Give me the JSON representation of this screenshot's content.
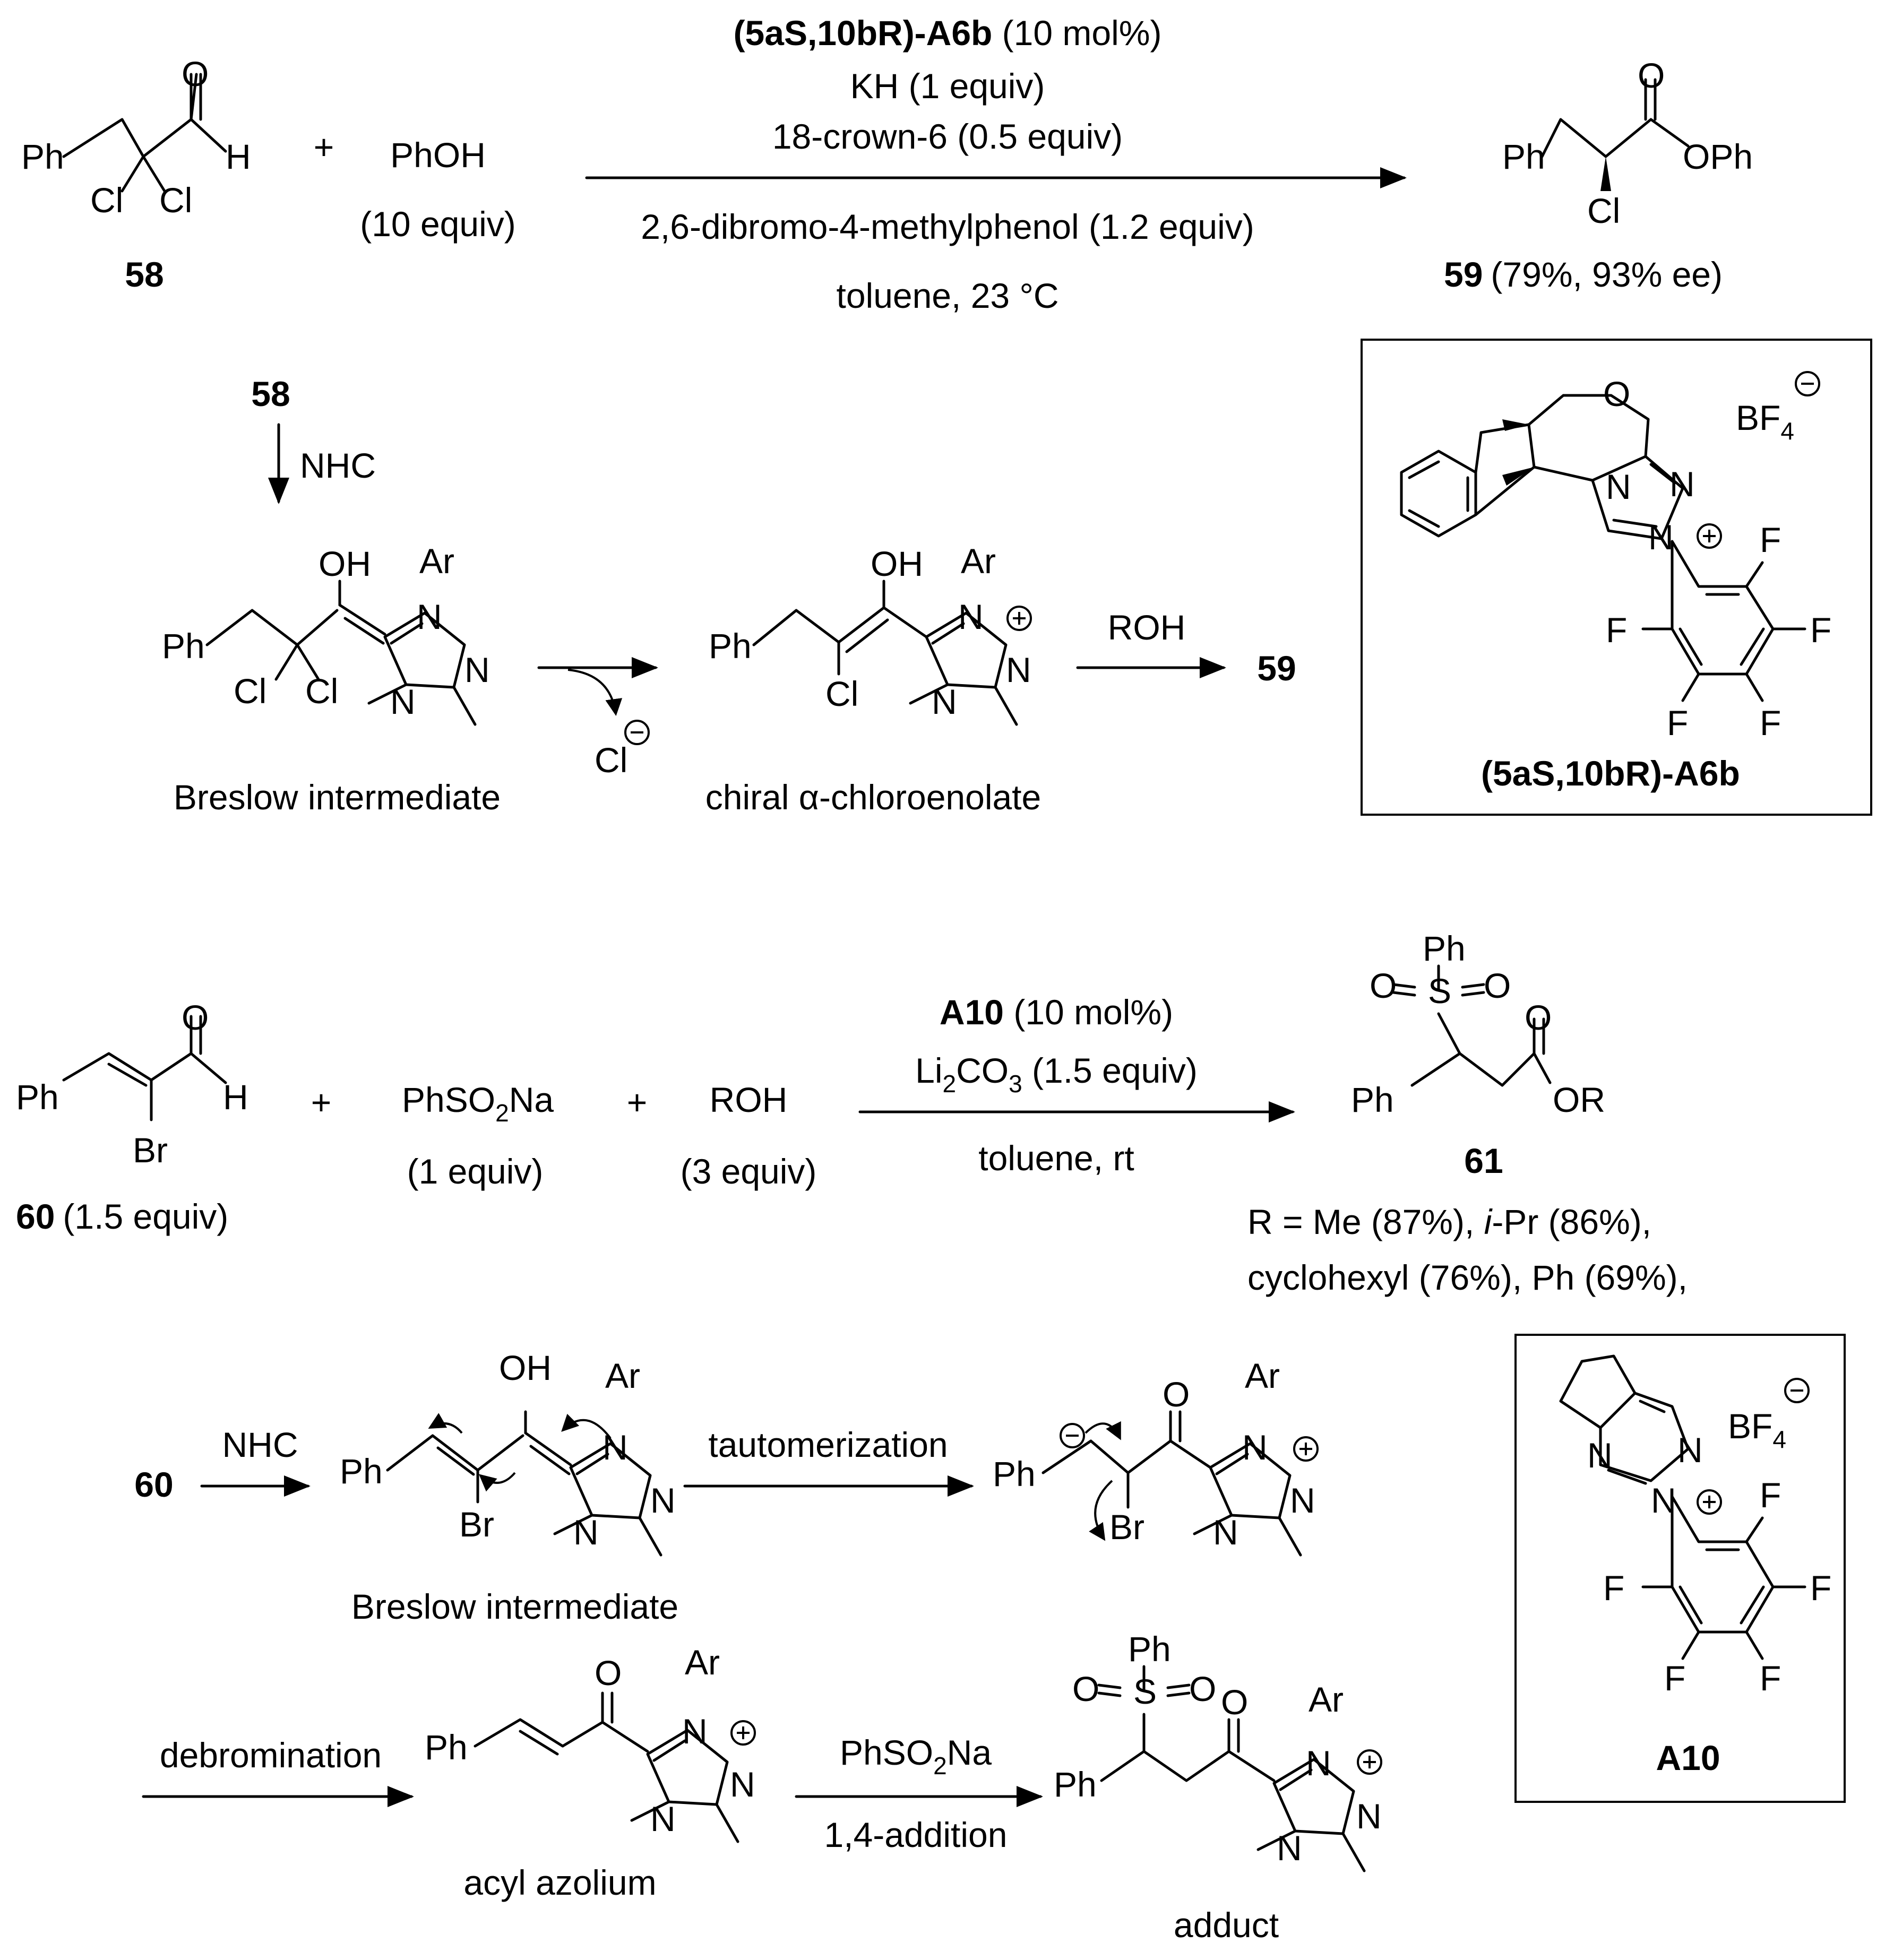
{
  "scheme1": {
    "r58": {
      "Ph": "Ph",
      "O": "O",
      "H": "H",
      "Cl1": "Cl",
      "Cl2": "Cl",
      "label": "58"
    },
    "plus": "+",
    "phenol": {
      "name": "PhOH",
      "equiv": "(10 equiv)"
    },
    "conditions": {
      "cat_bold": "(5aS,10bR)-A6b",
      "cat_rest": " (10 mol%)",
      "base": "KH (1 equiv)",
      "crown": "18-crown-6 (0.5 equiv)",
      "additive": "2,6-dibromo-4-methylphenol (1.2 equiv)",
      "solvent": "toluene, 23 °C"
    },
    "p59": {
      "Ph": "Ph",
      "O": "O",
      "OPh": "OPh",
      "Cl": "Cl",
      "label": "59",
      "yield": "(79%, 93% ee)"
    },
    "mech": {
      "start": "58",
      "reagent": "NHC",
      "breslow_label": "Breslow intermediate",
      "cl_anion": "Cl",
      "enolate_label": "chiral α-chloroenolate",
      "roh": "ROH",
      "product": "59"
    },
    "catalyst_box": {
      "label": "(5aS,10bR)-A6b",
      "counterion": "BF",
      "counterion_sub": "4"
    }
  },
  "scheme2": {
    "r60": {
      "Ph": "Ph",
      "O": "O",
      "H": "H",
      "Br": "Br",
      "label": "60",
      "equiv": "(1.5 equiv)"
    },
    "plus1": "+",
    "sulfinate": {
      "name_a": "PhSO",
      "name_sub": "2",
      "name_b": "Na",
      "equiv": "(1 equiv)"
    },
    "plus2": "+",
    "alcohol": {
      "name": "ROH",
      "equiv": "(3 equiv)"
    },
    "conditions": {
      "cat_bold": "A10",
      "cat_rest": " (10 mol%)",
      "base_a": "Li",
      "base_sub1": "2",
      "base_b": "CO",
      "base_sub2": "3",
      "base_c": " (1.5 equiv)",
      "solvent": "toluene, rt"
    },
    "p61": {
      "Ph_top": "Ph",
      "O1": "O",
      "S": "S",
      "O2": "O",
      "O3": "O",
      "Ph": "Ph",
      "OR": "OR",
      "label": "61",
      "r_line1_a": "R = Me (87%), ",
      "r_line1_i": "i",
      "r_line1_b": "-Pr (86%),",
      "r_line2": "cyclohexyl (76%), Ph (69%),"
    },
    "mech": {
      "start": "60",
      "reagent": "NHC",
      "breslow_label": "Breslow intermediate",
      "tautomerization": "tautomerization",
      "debromination": "debromination",
      "acyl_label": "acyl azolium",
      "addition_reagent_a": "PhSO",
      "addition_reagent_sub": "2",
      "addition_reagent_b": "Na",
      "addition_type": "1,4-addition",
      "adduct_label": "adduct"
    },
    "catalyst_box": {
      "label": "A10",
      "counterion": "BF",
      "counterion_sub": "4"
    }
  },
  "atoms": {
    "OH": "OH",
    "O": "O",
    "N": "N",
    "Ar": "Ar",
    "Ph": "Ph",
    "Cl": "Cl",
    "Br": "Br",
    "F": "F",
    "S": "S"
  }
}
